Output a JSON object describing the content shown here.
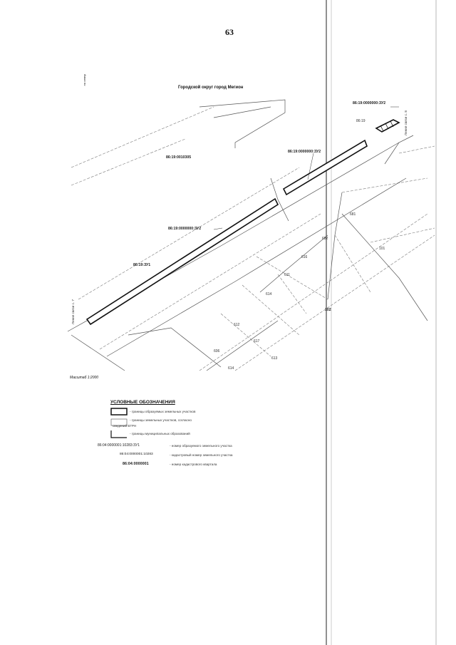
{
  "page_number": "63",
  "map_title": "Городской округ город Мегион",
  "north_label": "на север",
  "scale_text": "Масштаб 1:2000",
  "labels": {
    "quarter_main": "86:19:0010305",
    "zu2_top": "86:19:0000000:ЗУ2",
    "zu2_mid": "86:19:0000000:ЗУ2",
    "zu2_left": "86:19:0000000:ЗУ2",
    "zu1": "86:19:ЗУ1",
    "near_top": "86:19",
    "p681": "681",
    "p682": "682",
    "p101": "101",
    "p616": "616",
    "p611": "611",
    "p614": "614",
    "p612": "612",
    "p617": "617",
    "p606": "606",
    "p613": "613",
    "p102": "102",
    "p614b": "614"
  },
  "boundary_labels": {
    "left": "Линия связи с. 7",
    "right": "Линия связи с. 8"
  },
  "legend": {
    "title": "УСЛОВНЫЕ ОБОЗНАЧЕНИЯ",
    "items": [
      {
        "description": "- границы образуемых земельных участков"
      },
      {
        "description_line1": "- границы земельных участков, согласно",
        "description_line2": "сведений ЕГРН"
      },
      {
        "description": "- границы муниципальных образований"
      },
      {
        "code": "86:04:0000001:10283:ЗУ1",
        "description": "- номер образуемого земельного участка"
      },
      {
        "code": "86:04:0000001:10283",
        "description": "- кадастровый номер земельного участка"
      },
      {
        "code": "86:04:0000001",
        "description": "- номер кадастрового квартала"
      }
    ]
  },
  "colors": {
    "ink": "#111111",
    "thin_line": "#555555",
    "dashed_line": "#777777"
  }
}
